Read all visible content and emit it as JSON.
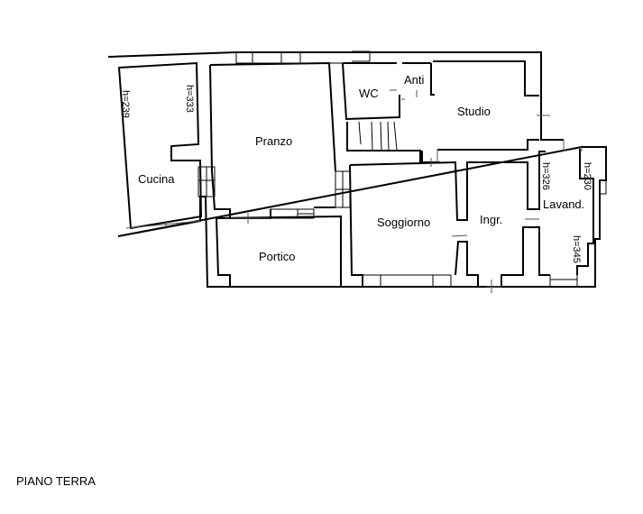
{
  "plan": {
    "rooms": {
      "cucina": "Cucina",
      "pranzo": "Pranzo",
      "portico": "Portico",
      "wc": "WC",
      "anti": "Anti",
      "studio": "Studio",
      "soggiorno": "Soggiorno",
      "ingresso": "Ingr.",
      "lavanderia": "Lavand."
    },
    "heights": {
      "cucina_a": "h=239",
      "cucina_b": "h=333",
      "lavand_a": "h=326",
      "lavand_b": "h=230",
      "lavand_c": "h=345"
    },
    "caption": "PIANO TERRA"
  }
}
